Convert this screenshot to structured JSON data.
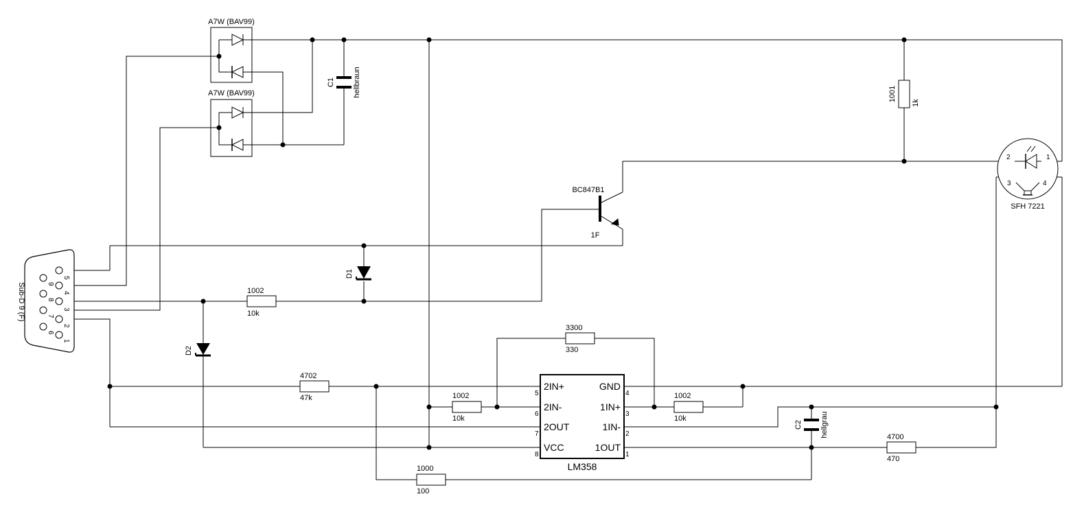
{
  "diode_array_top": {
    "label": "A7W (BAV99)"
  },
  "diode_array_bottom": {
    "label": "A7W (BAV99)"
  },
  "c1": {
    "ref": "C1",
    "value": "hellbraun"
  },
  "c2": {
    "ref": "C2",
    "value": "hellgrau"
  },
  "r_1001": {
    "ref": "1001",
    "value": "1k"
  },
  "transistor": {
    "ref": "BC847B1",
    "marking": "1F"
  },
  "optocoupler": {
    "name": "SFH 7221",
    "pins": [
      "1",
      "2",
      "3",
      "4"
    ]
  },
  "connector": {
    "name": "Sub-D 9 (F)",
    "pins": [
      "1",
      "2",
      "3",
      "4",
      "5",
      "6",
      "7",
      "8",
      "9"
    ]
  },
  "d1": {
    "ref": "D1"
  },
  "d2": {
    "ref": "D2"
  },
  "r_1002_a": {
    "ref": "1002",
    "value": "10k"
  },
  "r_3300": {
    "ref": "3300",
    "value": "330"
  },
  "r_4702": {
    "ref": "4702",
    "value": "47k"
  },
  "r_1002_b": {
    "ref": "1002",
    "value": "10k"
  },
  "r_1002_c": {
    "ref": "1002",
    "value": "10k"
  },
  "r_4700": {
    "ref": "4700",
    "value": "470"
  },
  "r_1000": {
    "ref": "1000",
    "value": "100"
  },
  "ic": {
    "name": "LM358",
    "left_pins": [
      {
        "num": "5",
        "name": "2IN+"
      },
      {
        "num": "6",
        "name": "2IN-"
      },
      {
        "num": "7",
        "name": "2OUT"
      },
      {
        "num": "8",
        "name": "VCC"
      }
    ],
    "right_pins": [
      {
        "num": "4",
        "name": "GND"
      },
      {
        "num": "3",
        "name": "1IN+"
      },
      {
        "num": "2",
        "name": "1IN-"
      },
      {
        "num": "1",
        "name": "1OUT"
      }
    ]
  }
}
